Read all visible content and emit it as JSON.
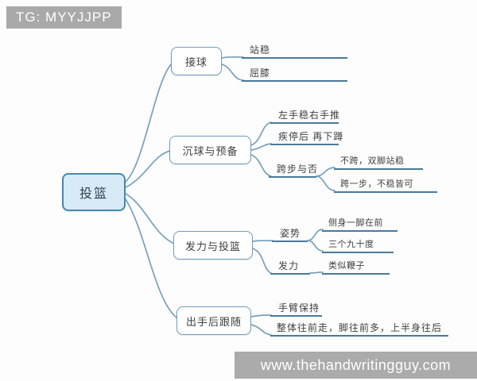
{
  "watermarks": {
    "top": "TG: MYYJJPP",
    "bottom": "www.thehandwritingguy.com"
  },
  "colors": {
    "root_fill": "#d7eaf6",
    "root_border": "#4788b0",
    "node_border": "#6d9cba",
    "connector": "#7aa0ba",
    "underline": "#4a7a99",
    "watermark_bg": "#a9a9a9",
    "text": "#3f3f3f"
  },
  "mindmap": {
    "root": {
      "label": "投篮"
    },
    "branches": [
      {
        "label": "接球",
        "children": [
          {
            "label": "站稳"
          },
          {
            "label": "屈膝"
          }
        ]
      },
      {
        "label": "沉球与预备",
        "children": [
          {
            "label": "左手稳右手推"
          },
          {
            "label": "疾停后 再下蹲"
          },
          {
            "label": "跨步与否",
            "children": [
              {
                "label": "不跨，双脚站稳"
              },
              {
                "label": "跨一步，不稳皆可"
              }
            ]
          }
        ]
      },
      {
        "label": "发力与投篮",
        "children": [
          {
            "label": "姿势",
            "children": [
              {
                "label": "侧身一脚在前"
              },
              {
                "label": "三个九十度"
              }
            ]
          },
          {
            "label": "发力",
            "children": [
              {
                "label": "类似鞭子"
              }
            ]
          }
        ]
      },
      {
        "label": "出手后跟随",
        "children": [
          {
            "label": "手臂保持"
          },
          {
            "label": "整体往前走，脚往前多，上半身往后"
          }
        ]
      }
    ]
  }
}
